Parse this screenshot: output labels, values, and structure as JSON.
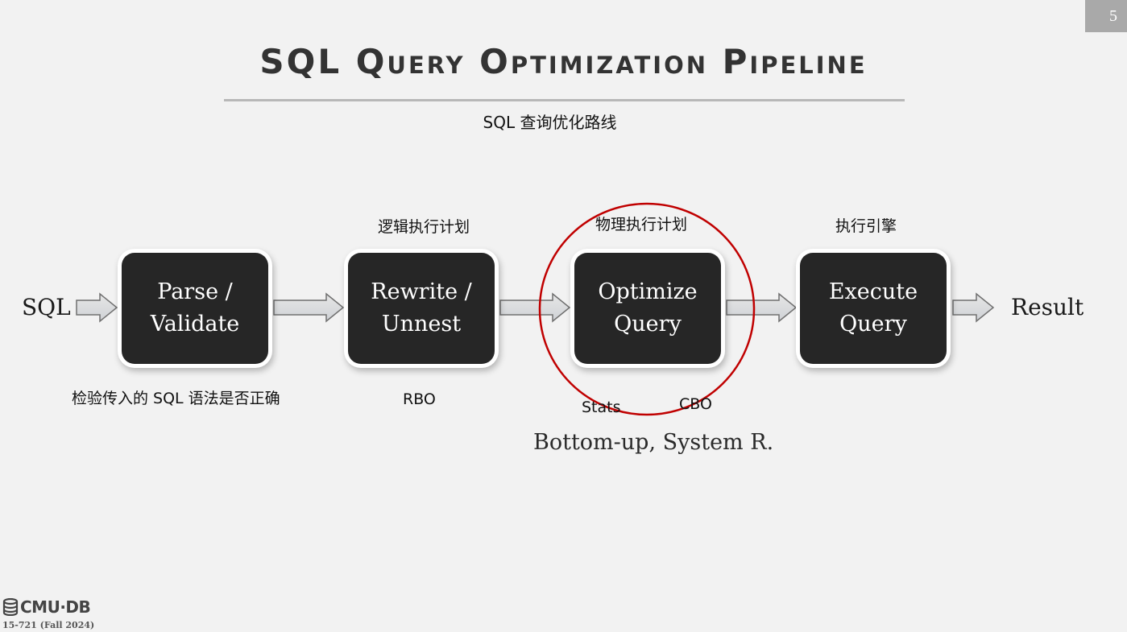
{
  "slide": {
    "number": "5",
    "title": "SQL Query Optimization Pipeline",
    "subtitle": "SQL 查询优化路线"
  },
  "pipeline": {
    "input_label": "SQL",
    "output_label": "Result",
    "stages": [
      {
        "line1": "Parse /",
        "line2": "Validate"
      },
      {
        "line1": "Rewrite /",
        "line2": "Unnest"
      },
      {
        "line1": "Optimize",
        "line2": "Query"
      },
      {
        "line1": "Execute",
        "line2": "Query"
      }
    ],
    "highlight_color": "#c00000"
  },
  "annotations": {
    "logical_plan": "逻辑执行计划",
    "physical_plan": "物理执行计划",
    "execution_engine": "执行引擎",
    "parse_note": "检验传入的 SQL 语法是否正确",
    "rbo": "RBO",
    "stats": "Stats",
    "cbo": "CBO",
    "bottom_up": "Bottom-up, System R."
  },
  "footer": {
    "logo_text": "CMU·DB",
    "course": "15-721 (Fall 2024)"
  }
}
